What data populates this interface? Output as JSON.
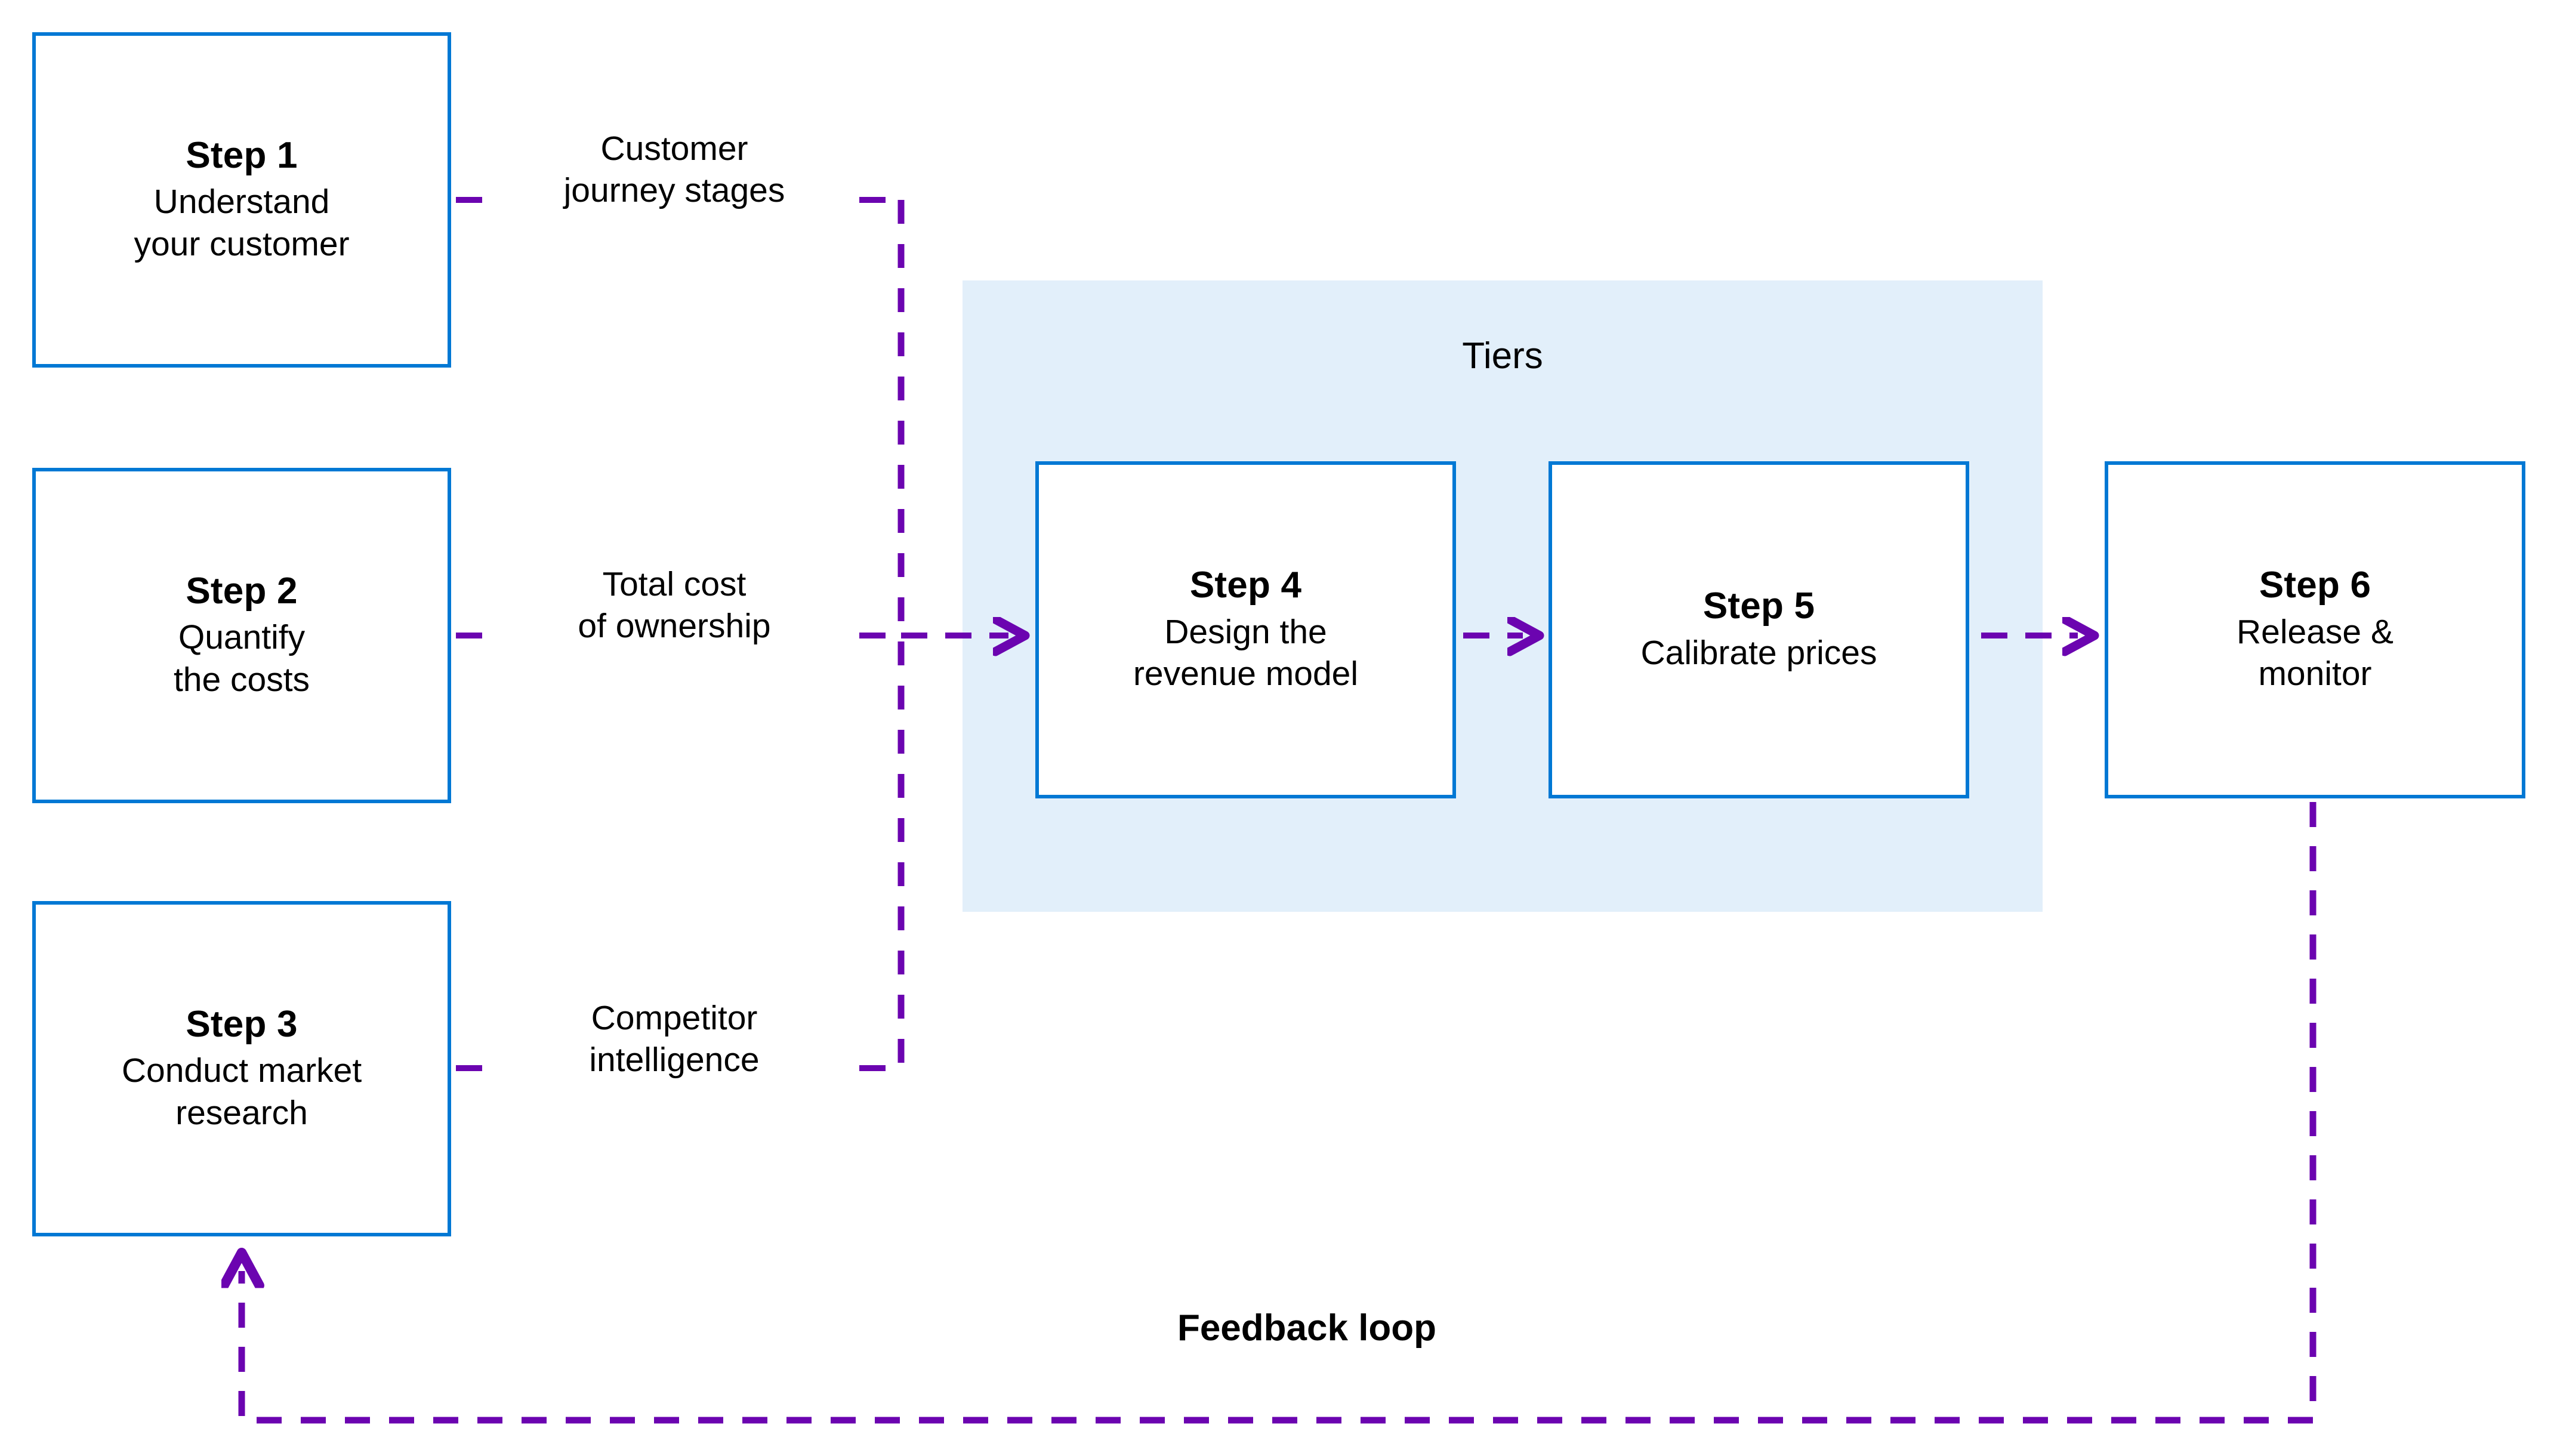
{
  "diagram": {
    "title": "Pricing strategy six-step process flow",
    "colors": {
      "box_border": "#0078D4",
      "group_background": "#E2EFFA",
      "connector": "#6B04B0",
      "text": "#000000",
      "canvas": "#FFFFFF"
    }
  },
  "steps": [
    {
      "id": "step1",
      "title": "Step 1",
      "description": "Understand\nyour customer"
    },
    {
      "id": "step2",
      "title": "Step 2",
      "description": "Quantify\nthe costs"
    },
    {
      "id": "step3",
      "title": "Step 3",
      "description": "Conduct market\nresearch"
    },
    {
      "id": "step4",
      "title": "Step 4",
      "description": "Design the\nrevenue model"
    },
    {
      "id": "step5",
      "title": "Step 5",
      "description": "Calibrate prices"
    },
    {
      "id": "step6",
      "title": "Step 6",
      "description": "Release &\nmonitor"
    }
  ],
  "group": {
    "label": "Tiers"
  },
  "connector_labels": {
    "customer_journey": "Customer\njourney stages",
    "total_cost": "Total cost\nof ownership",
    "competitor_intelligence": "Competitor\nintelligence",
    "feedback_loop": "Feedback loop"
  }
}
